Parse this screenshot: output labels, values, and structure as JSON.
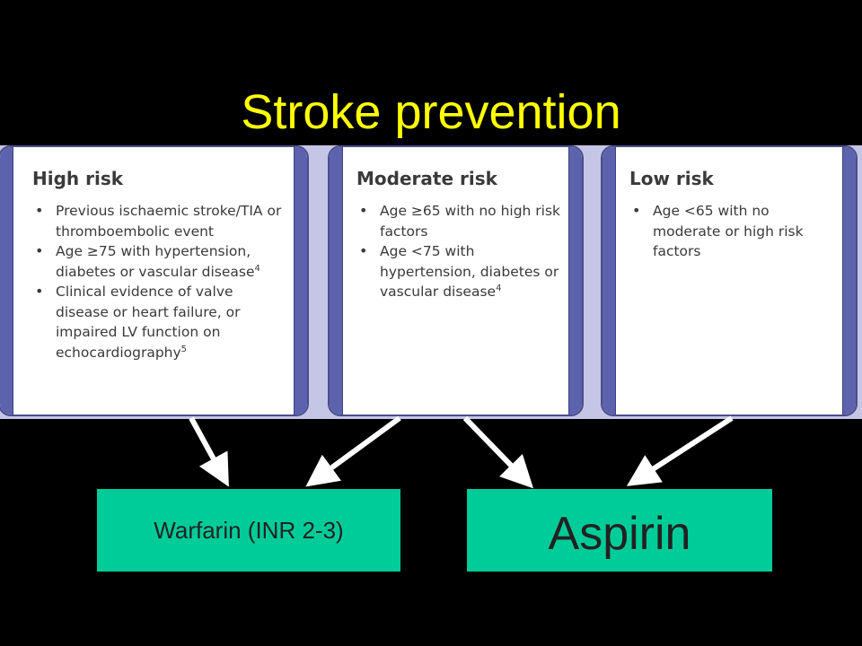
{
  "slide": {
    "title": "Stroke prevention",
    "colors": {
      "background": "#000000",
      "title": "#ffff00",
      "card_border": "#5d62ad",
      "band": "#c5c5e6",
      "treatment_box": "#00cc99",
      "arrow": "#ffffff"
    }
  },
  "risk_cards": [
    {
      "heading": "High risk",
      "bullets": [
        {
          "text": "Previous ischaemic stroke/TIA or thromboembolic event",
          "sup": ""
        },
        {
          "text": "Age ≥75 with hypertension, diabetes or vascular disease",
          "sup": "4"
        },
        {
          "text": "Clinical evidence of valve disease or heart failure, or impaired LV function on echocardiography",
          "sup": "5"
        }
      ]
    },
    {
      "heading": "Moderate risk",
      "bullets": [
        {
          "text": "Age ≥65 with no high risk factors",
          "sup": ""
        },
        {
          "text": "Age <75 with hypertension, diabetes or vascular disease",
          "sup": "4"
        }
      ]
    },
    {
      "heading": "Low risk",
      "bullets": [
        {
          "text": "Age <65 with no moderate or high risk factors",
          "sup": ""
        }
      ]
    }
  ],
  "treatments": {
    "warfarin": "Warfarin (INR 2-3)",
    "aspirin": "Aspirin"
  }
}
